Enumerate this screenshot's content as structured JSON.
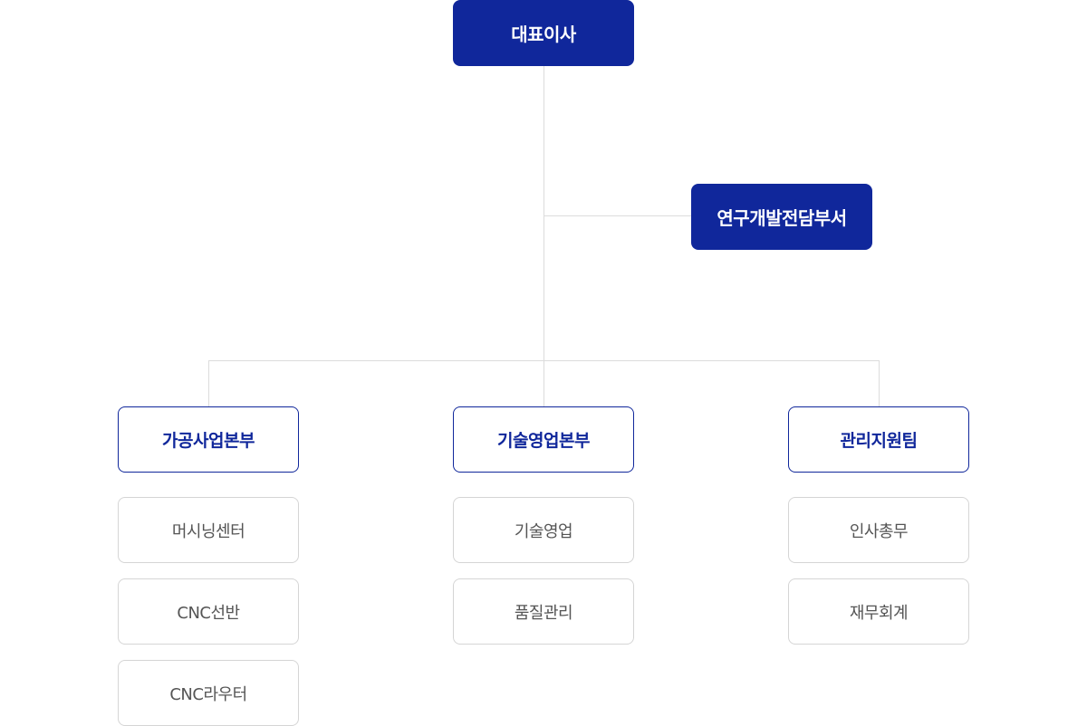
{
  "ceo": {
    "label": "대표이사"
  },
  "rnd": {
    "label": "연구개발전담부서"
  },
  "divisions": [
    {
      "label": "가공사업본부",
      "teams": [
        "머시닝센터",
        "CNC선반",
        "CNC라우터"
      ]
    },
    {
      "label": "기술영업본부",
      "teams": [
        "기술영업",
        "품질관리"
      ]
    },
    {
      "label": "관리지원팀",
      "teams": [
        "인사총무",
        "재무회계"
      ]
    }
  ],
  "colors": {
    "primary": "#10279b",
    "line": "#dcdcdc",
    "team_border": "#d5d5d5",
    "team_text": "#555555"
  }
}
